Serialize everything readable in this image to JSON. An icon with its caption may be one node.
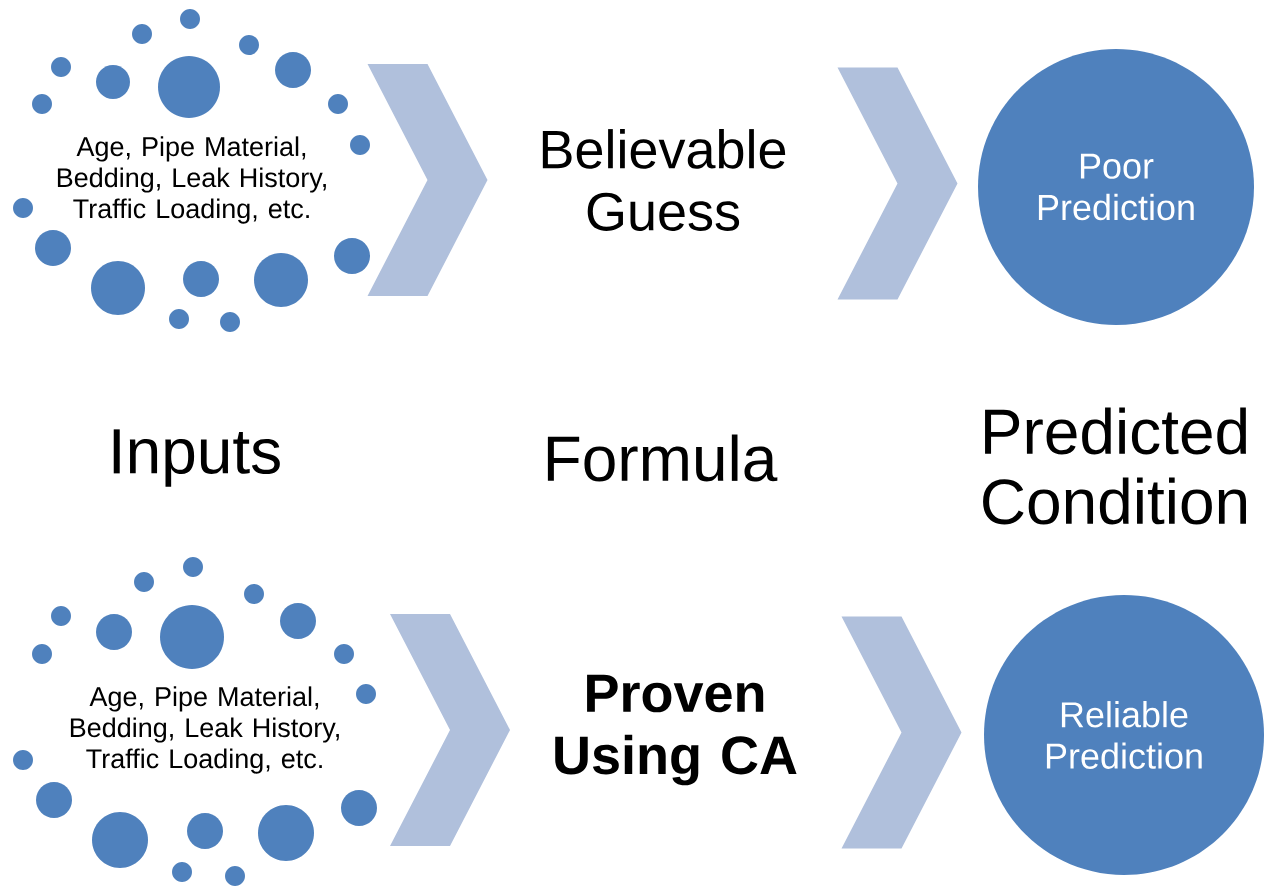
{
  "diagram": {
    "nodes": [
      {
        "text": [
          "Age, Pipe Material, Bedding, Leak History, Traffic Loading, etc."
        ]
      },
      {
        "text": [
          "Believable Guess"
        ]
      },
      {
        "text": [
          "Poor Prediction"
        ]
      },
      {
        "text": [
          "Age, Pipe Material, Bedding, Leak History, Traffic Loading, etc."
        ]
      },
      {
        "text": [
          "Proven Using CA"
        ]
      },
      {
        "text": [
          "Reliable Prediction"
        ]
      }
    ],
    "edges": [
      {
        "from": 0,
        "to": 1,
        "arrow": "to"
      },
      {
        "from": 1,
        "to": 2,
        "arrow": "to"
      },
      {
        "from": 3,
        "to": 4,
        "arrow": "to"
      },
      {
        "from": 4,
        "to": 5,
        "arrow": "to"
      }
    ],
    "labels": [
      "Inputs",
      "Formula",
      "Predicted Condition"
    ]
  }
}
